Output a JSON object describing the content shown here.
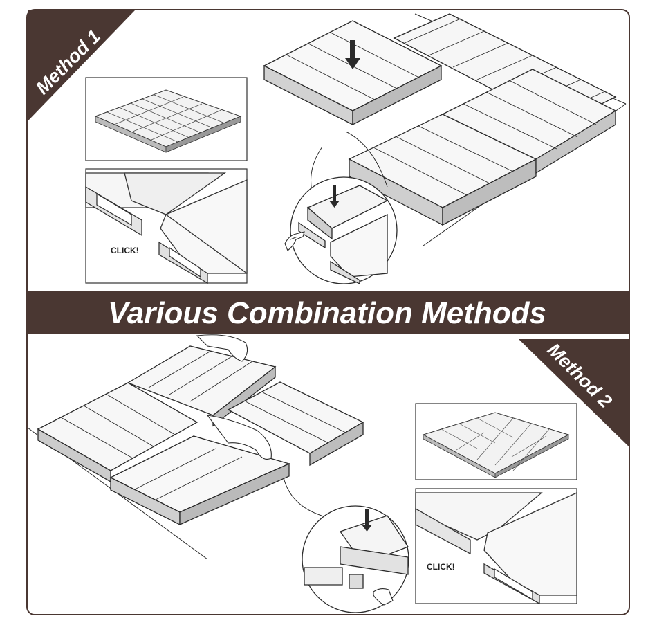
{
  "banner": {
    "title": "Various Combination Methods"
  },
  "method1": {
    "label": "Method 1",
    "click_label": "CLICK!"
  },
  "method2": {
    "label": "Method 2",
    "click_label": "CLICK!"
  },
  "colors": {
    "brand": "#4a3732",
    "line": "#2a2a2a",
    "tile": "#f4f4f4"
  }
}
